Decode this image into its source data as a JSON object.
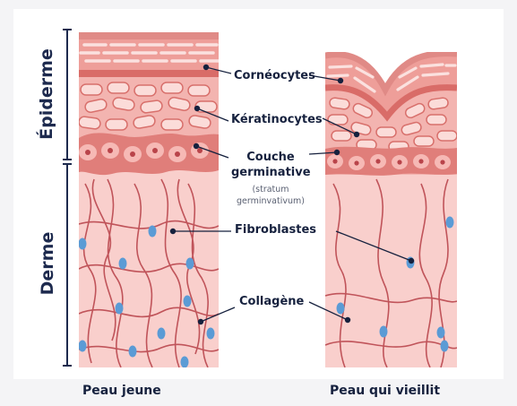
{
  "axis_labels": {
    "epidermis": "Épiderme",
    "dermis": "Derme"
  },
  "labels": {
    "corneocytes": "Cornéocytes",
    "keratinocytes": "Kératinocytes",
    "basal_layer_line1": "Couche",
    "basal_layer_line2": "germinative",
    "basal_layer_latin_line1": "(stratum",
    "basal_layer_latin_line2": "germinvativum)",
    "fibroblasts": "Fibroblastes",
    "collagen": "Collagène"
  },
  "captions": {
    "young": "Peau jeune",
    "aging": "Peau qui vieillit"
  },
  "colors": {
    "skin_light": "#f7c3c0",
    "skin_mid": "#e9a09c",
    "skin_dark": "#d96c68",
    "fiber": "#b8484d",
    "fibroblast": "#5b9bd5",
    "text": "#16213e"
  }
}
